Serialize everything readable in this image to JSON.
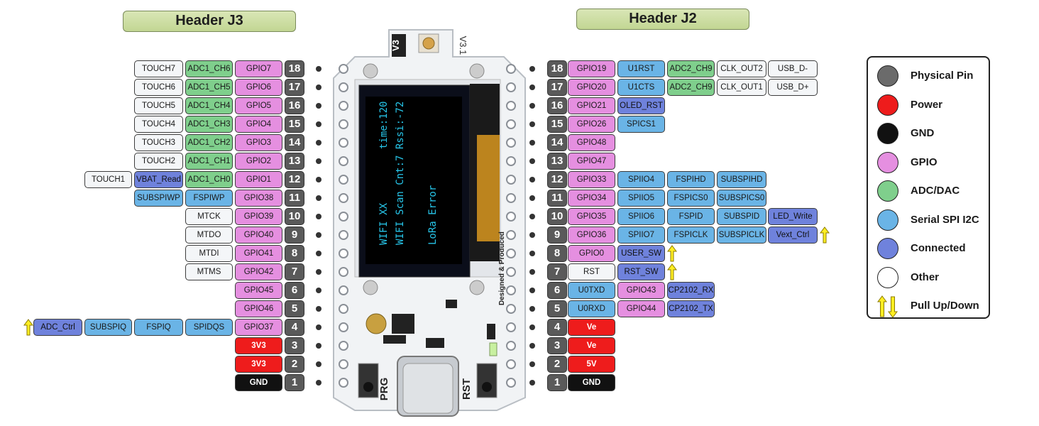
{
  "headers": {
    "left": "Header J3",
    "right": "Header J2"
  },
  "colors": {
    "physical": "#6b6b6b",
    "power": "#ee1c1c",
    "gnd": "#111111",
    "gpio": "#e58fe0",
    "adc": "#7fcf8c",
    "serial": "#6ab4e6",
    "connected": "#6f82dc",
    "other": "#f4f6f8",
    "pull": "#ffee22"
  },
  "left_pins": [
    {
      "pin": "18",
      "labels": [
        {
          "text": "GPIO7",
          "type": "gpio"
        },
        {
          "text": "ADC1_CH6",
          "type": "adc"
        },
        {
          "text": "TOUCH7",
          "type": "other"
        }
      ]
    },
    {
      "pin": "17",
      "labels": [
        {
          "text": "GPIO6",
          "type": "gpio"
        },
        {
          "text": "ADC1_CH5",
          "type": "adc"
        },
        {
          "text": "TOUCH6",
          "type": "other"
        }
      ]
    },
    {
      "pin": "16",
      "labels": [
        {
          "text": "GPIO5",
          "type": "gpio"
        },
        {
          "text": "ADC1_CH4",
          "type": "adc"
        },
        {
          "text": "TOUCH5",
          "type": "other"
        }
      ]
    },
    {
      "pin": "15",
      "labels": [
        {
          "text": "GPIO4",
          "type": "gpio"
        },
        {
          "text": "ADC1_CH3",
          "type": "adc"
        },
        {
          "text": "TOUCH4",
          "type": "other"
        }
      ]
    },
    {
      "pin": "14",
      "labels": [
        {
          "text": "GPIO3",
          "type": "gpio"
        },
        {
          "text": "ADC1_CH2",
          "type": "adc"
        },
        {
          "text": "TOUCH3",
          "type": "other"
        }
      ]
    },
    {
      "pin": "13",
      "labels": [
        {
          "text": "GPIO2",
          "type": "gpio"
        },
        {
          "text": "ADC1_CH1",
          "type": "adc"
        },
        {
          "text": "TOUCH2",
          "type": "other"
        }
      ]
    },
    {
      "pin": "12",
      "labels": [
        {
          "text": "GPIO1",
          "type": "gpio"
        },
        {
          "text": "ADC1_CH0",
          "type": "adc"
        },
        {
          "text": "VBAT_Read",
          "type": "connected"
        },
        {
          "text": "TOUCH1",
          "type": "other"
        }
      ]
    },
    {
      "pin": "11",
      "labels": [
        {
          "text": "GPIO38",
          "type": "gpio"
        },
        {
          "text": "FSPIWP",
          "type": "serial"
        },
        {
          "text": "SUBSPIWP",
          "type": "serial"
        }
      ]
    },
    {
      "pin": "10",
      "labels": [
        {
          "text": "GPIO39",
          "type": "gpio"
        },
        {
          "text": "MTCK",
          "type": "other"
        }
      ]
    },
    {
      "pin": "9",
      "labels": [
        {
          "text": "GPIO40",
          "type": "gpio"
        },
        {
          "text": "MTDO",
          "type": "other"
        }
      ]
    },
    {
      "pin": "8",
      "labels": [
        {
          "text": "GPIO41",
          "type": "gpio"
        },
        {
          "text": "MTDI",
          "type": "other"
        }
      ]
    },
    {
      "pin": "7",
      "labels": [
        {
          "text": "GPIO42",
          "type": "gpio"
        },
        {
          "text": "MTMS",
          "type": "other"
        }
      ]
    },
    {
      "pin": "6",
      "labels": [
        {
          "text": "GPIO45",
          "type": "gpio"
        }
      ]
    },
    {
      "pin": "5",
      "labels": [
        {
          "text": "GPIO46",
          "type": "gpio"
        }
      ]
    },
    {
      "pin": "4",
      "labels": [
        {
          "text": "GPIO37",
          "type": "gpio"
        },
        {
          "text": "SPIDQS",
          "type": "serial"
        },
        {
          "text": "FSPIQ",
          "type": "serial"
        },
        {
          "text": "SUBSPIQ",
          "type": "serial"
        },
        {
          "text": "ADC_Ctrl",
          "type": "connected"
        }
      ],
      "pull": true
    },
    {
      "pin": "3",
      "labels": [
        {
          "text": "3V3",
          "type": "power"
        }
      ]
    },
    {
      "pin": "2",
      "labels": [
        {
          "text": "3V3",
          "type": "power"
        }
      ]
    },
    {
      "pin": "1",
      "labels": [
        {
          "text": "GND",
          "type": "gnd"
        }
      ]
    }
  ],
  "right_pins": [
    {
      "pin": "18",
      "labels": [
        {
          "text": "GPIO19",
          "type": "gpio"
        },
        {
          "text": "U1RST",
          "type": "serial"
        },
        {
          "text": "ADC2_CH9",
          "type": "adc"
        },
        {
          "text": "CLK_OUT2",
          "type": "other"
        },
        {
          "text": "USB_D-",
          "type": "other"
        }
      ]
    },
    {
      "pin": "17",
      "labels": [
        {
          "text": "GPIO20",
          "type": "gpio"
        },
        {
          "text": "U1CTS",
          "type": "serial"
        },
        {
          "text": "ADC2_CH9",
          "type": "adc"
        },
        {
          "text": "CLK_OUT1",
          "type": "other"
        },
        {
          "text": "USB_D+",
          "type": "other"
        }
      ]
    },
    {
      "pin": "16",
      "labels": [
        {
          "text": "GPIO21",
          "type": "gpio"
        },
        {
          "text": "OLED_RST",
          "type": "connected"
        }
      ]
    },
    {
      "pin": "15",
      "labels": [
        {
          "text": "GPIO26",
          "type": "gpio"
        },
        {
          "text": "SPICS1",
          "type": "serial"
        }
      ]
    },
    {
      "pin": "14",
      "labels": [
        {
          "text": "GPIO48",
          "type": "gpio"
        }
      ]
    },
    {
      "pin": "13",
      "labels": [
        {
          "text": "GPIO47",
          "type": "gpio"
        }
      ]
    },
    {
      "pin": "12",
      "labels": [
        {
          "text": "GPIO33",
          "type": "gpio"
        },
        {
          "text": "SPIIO4",
          "type": "serial"
        },
        {
          "text": "FSPIHD",
          "type": "serial"
        },
        {
          "text": "SUBSPIHD",
          "type": "serial"
        }
      ]
    },
    {
      "pin": "11",
      "labels": [
        {
          "text": "GPIO34",
          "type": "gpio"
        },
        {
          "text": "SPIIO5",
          "type": "serial"
        },
        {
          "text": "FSPICS0",
          "type": "serial"
        },
        {
          "text": "SUBSPICS0",
          "type": "serial"
        }
      ]
    },
    {
      "pin": "10",
      "labels": [
        {
          "text": "GPIO35",
          "type": "gpio"
        },
        {
          "text": "SPIIO6",
          "type": "serial"
        },
        {
          "text": "FSPID",
          "type": "serial"
        },
        {
          "text": "SUBSPID",
          "type": "serial"
        },
        {
          "text": "LED_Write",
          "type": "connected"
        }
      ]
    },
    {
      "pin": "9",
      "labels": [
        {
          "text": "GPIO36",
          "type": "gpio"
        },
        {
          "text": "SPIIO7",
          "type": "serial"
        },
        {
          "text": "FSPICLK",
          "type": "serial"
        },
        {
          "text": "SUBSPICLK",
          "type": "serial"
        },
        {
          "text": "Vext_Ctrl",
          "type": "connected"
        }
      ],
      "pull": true
    },
    {
      "pin": "8",
      "labels": [
        {
          "text": "GPIO0",
          "type": "gpio"
        },
        {
          "text": "USER_SW",
          "type": "connected"
        }
      ],
      "pull": true
    },
    {
      "pin": "7",
      "labels": [
        {
          "text": "RST",
          "type": "other"
        },
        {
          "text": "RST_SW",
          "type": "connected"
        }
      ],
      "pull": true
    },
    {
      "pin": "6",
      "labels": [
        {
          "text": "U0TXD",
          "type": "serial"
        },
        {
          "text": "GPIO43",
          "type": "gpio"
        },
        {
          "text": "CP2102_RX",
          "type": "connected"
        }
      ]
    },
    {
      "pin": "5",
      "labels": [
        {
          "text": "U0RXD",
          "type": "serial"
        },
        {
          "text": "GPIO44",
          "type": "gpio"
        },
        {
          "text": "CP2102_TX",
          "type": "connected"
        }
      ]
    },
    {
      "pin": "4",
      "labels": [
        {
          "text": "Ve",
          "type": "power"
        }
      ]
    },
    {
      "pin": "3",
      "labels": [
        {
          "text": "Ve",
          "type": "power"
        }
      ]
    },
    {
      "pin": "2",
      "labels": [
        {
          "text": "5V",
          "type": "power"
        }
      ]
    },
    {
      "pin": "1",
      "labels": [
        {
          "text": "GND",
          "type": "gnd"
        }
      ]
    }
  ],
  "legend": [
    {
      "label": "Physical Pin",
      "type": "physical"
    },
    {
      "label": "Power",
      "type": "power"
    },
    {
      "label": "GND",
      "type": "gnd"
    },
    {
      "label": "GPIO",
      "type": "gpio"
    },
    {
      "label": "ADC/DAC",
      "type": "adc"
    },
    {
      "label": "Serial SPI I2C",
      "type": "serial"
    },
    {
      "label": "Connected",
      "type": "connected"
    },
    {
      "label": "Other",
      "type": "other"
    },
    {
      "label": "Pull Up/Down",
      "type": "pull"
    }
  ],
  "board": {
    "version_left": "V3",
    "version_right": "V3.1",
    "oled_lines": [
      "WIFI  XX",
      "WIFI Scan Cnt:7 Rssi:-72",
      "LoRa Error"
    ],
    "oled_time": "time:120",
    "btn_left": "PRG",
    "btn_right": "RST",
    "side_text": "Designed & Produced"
  }
}
